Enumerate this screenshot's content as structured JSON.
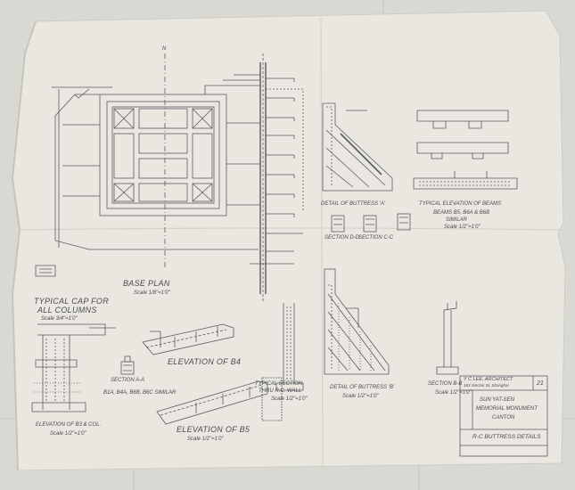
{
  "drawing": {
    "labels": {
      "base_plan": "BASE PLAN",
      "base_plan_scale": "Scale 1/8\"=1'0\"",
      "typical_cap": "TYPICAL CAP FOR",
      "all_columns": "ALL COLUMNS",
      "typical_cap_scale": "Scale 3/4\"=1'0\"",
      "elevation_b4": "ELEVATION OF B4",
      "elevation_b3_col": "ELEVATION OF B3 & COL.",
      "elevation_b3_scale": "Scale 1/2\"=1'0\"",
      "elevation_b5": "ELEVATION OF B5",
      "elevation_b5_scale": "Scale 1/2\"=1'0\"",
      "section_aa": "SECTION A-A",
      "section_aa_note": "B1A, B4A, B6B, B6C SIMILAR",
      "typical_section": "TYPICAL SECTION",
      "thru_rc_wall": "THRU R.C. WALL",
      "typical_section_scale": "Scale 1/2\"=1'0\"",
      "detail_buttress_b": "DETAIL OF BUTTRESS 'B'",
      "detail_buttress_b_scale": "Scale 1/2\"=1'0\"",
      "detail_buttress_a": "DETAIL OF BUTTRESS 'A'",
      "section_bb": "SECTION B-B",
      "section_bb_scale": "Scale 1/2\"=1'0\"",
      "section_dd": "SECTION D-D",
      "section_cc": "SECTION C-C",
      "typical_elevation_beams": "TYPICAL ELEVATION OF BEAMS",
      "beams_note": "BEAMS B5, B6A & B6B",
      "beams_similar": "SIMILAR",
      "beams_scale": "Scale 1/2\"=1'0\"",
      "north_mark": "N"
    },
    "title_block": {
      "firm": "Y C LEE, ARCHITECT",
      "firm_address": "183 Sinclair St, Shanghai",
      "project_line1": "SUN YAT-SEN",
      "project_line2": "MEMORIAL MONUMENT",
      "project_line3": "CANTON",
      "sheet_title": "R-C BUTTRESS DETAILS",
      "sheet_no": "21"
    },
    "colors": {
      "paper": "#e9e7e0",
      "paper_edge": "#d3cfc6",
      "ink": "#55555e",
      "floor": "#d9d9d4"
    }
  }
}
